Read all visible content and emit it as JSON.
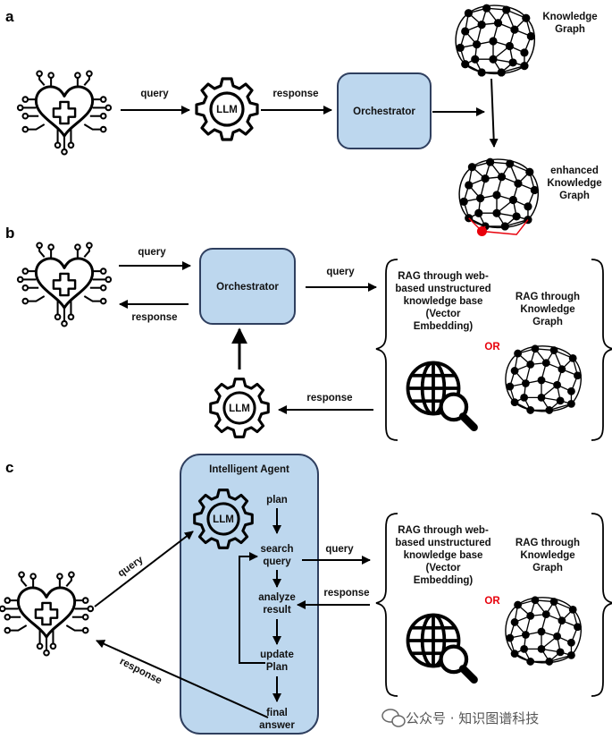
{
  "panels": {
    "a": "a",
    "b": "b",
    "c": "c"
  },
  "a": {
    "query": "query",
    "response": "response",
    "llm": "LLM",
    "orchestrator": "Orchestrator",
    "kg_line1": "Knowledge",
    "kg_line2": "Graph",
    "ekg_line1": "enhanced",
    "ekg_line2": "Knowledge",
    "ekg_line3": "Graph"
  },
  "b": {
    "query_left": "query",
    "response_left": "response",
    "orchestrator": "Orchestrator",
    "query_right": "query",
    "response_bottom": "response",
    "llm": "LLM",
    "rag_web": [
      "RAG through web-",
      "based unstructured",
      "knowledge base",
      "(Vector",
      "Embedding)"
    ],
    "or": "OR",
    "rag_kg": [
      "RAG through",
      "Knowledge",
      "Graph"
    ]
  },
  "c": {
    "agent_title": "Intelligent Agent",
    "llm": "LLM",
    "plan": "plan",
    "search_query": [
      "search",
      "query"
    ],
    "analyze_result": [
      "analyze",
      "result"
    ],
    "update_plan": [
      "update",
      "Plan"
    ],
    "final_answer": [
      "final",
      "answer"
    ],
    "query_diag": "query",
    "response_diag": "response",
    "query_right": "query",
    "response_right": "response",
    "rag_web": [
      "RAG through web-",
      "based unstructured",
      "knowledge base",
      "(Vector",
      "Embedding)"
    ],
    "or": "OR",
    "rag_kg": [
      "RAG through",
      "Knowledge",
      "Graph"
    ]
  },
  "watermark": "公众号 · 知识图谱科技",
  "colors": {
    "box_fill": "#bdd7ee",
    "box_stroke": "#2f3f5f",
    "red": "#e8000b",
    "line": "#000000"
  }
}
